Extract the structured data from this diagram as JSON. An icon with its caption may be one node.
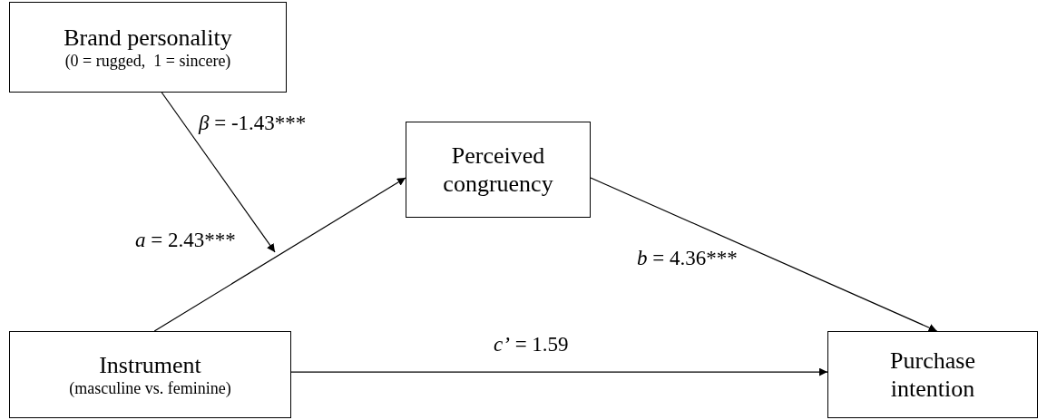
{
  "diagram": {
    "nodes": [
      {
        "text": [
          "Brand personality",
          "(0 = rugged,  1 = sincere)"
        ]
      },
      {
        "text": [
          "Perceived congruency"
        ]
      },
      {
        "text": [
          "Instrument",
          "(masculine vs. feminine)"
        ]
      },
      {
        "text": [
          "Purchase intention"
        ]
      }
    ],
    "edges": [
      {
        "from": 2,
        "to": 1,
        "arrow": "to",
        "label": "*a* = 2.43***"
      },
      {
        "from": 0,
        "to": null,
        "arrow": "to",
        "label": "*β* = -1.43***"
      },
      {
        "from": 1,
        "to": 3,
        "arrow": "to",
        "label": "*b* = 4.36***"
      },
      {
        "from": 2,
        "to": 3,
        "arrow": "to",
        "label": "*c’* = 1.59"
      }
    ]
  }
}
